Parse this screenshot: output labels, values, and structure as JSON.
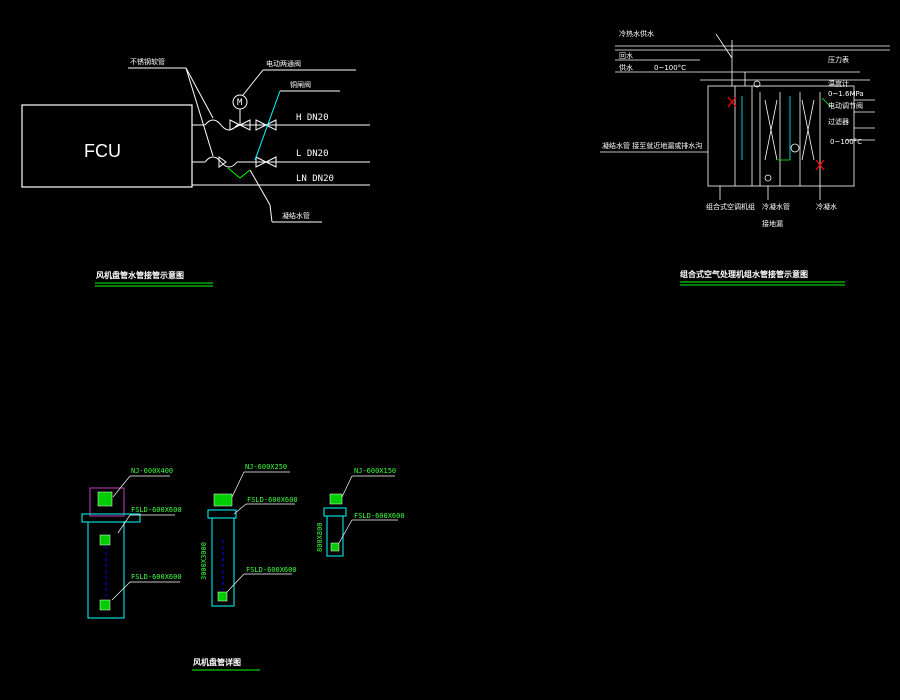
{
  "fcu_diagram": {
    "unit_label": "FCU",
    "valve_label": "电动两通阀",
    "flex_label": "不锈钢软管",
    "gate_label": "铜闸阀",
    "pipe_h": "H DN20",
    "pipe_l": "L DN20",
    "pipe_ln": "LN DN20",
    "drain_label": "凝结水管",
    "title": "风机盘管水管接管示意图"
  },
  "ahu_diagram": {
    "label_top": "冷热水供水",
    "label_return": "回水",
    "label_supply": "供水",
    "temp_range": "0~100°C",
    "right_label_1": "压力表",
    "right_label_2": "温度计",
    "right_label_3": "0~1.6MPa",
    "right_label_4": "电动调节阀",
    "right_label_5": "过滤器",
    "right_label_6": "0~100°C",
    "left_label": "凝结水管 接至就近地漏或排水沟",
    "bottom_label_1": "组合式空调机组",
    "bottom_label_2": "冷凝水管",
    "bottom_label_3": "接地漏",
    "bottom_label_4": "冷凝水",
    "title": "组合式空气处理机组水管接管示意图"
  },
  "duct_diagram": {
    "u1_top": "NJ-600X400",
    "u1_mid": "FSLD-600X600",
    "u1_bot": "FSLD-600X600",
    "u2_top": "NJ-600X250",
    "u2_mid": "FSLD-600X600",
    "u2_bot": "FSLD-600X600",
    "u2_dim": "3000X3000",
    "u3_top": "NJ-600X150",
    "u3_mid": "FSLD-600X600",
    "u3_dim": "800X800",
    "title": "风机盘管详图"
  },
  "colors": {
    "line": "#ffffff",
    "green": "#00ff00",
    "cyan": "#00ffff",
    "red": "#ff0000",
    "magenta": "#c040c0"
  }
}
